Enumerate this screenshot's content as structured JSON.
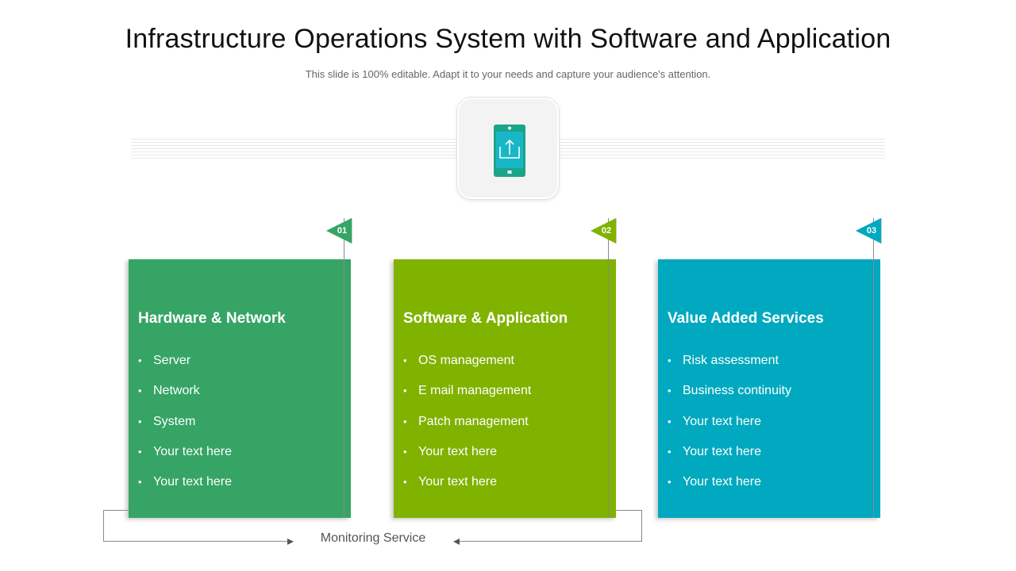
{
  "slide": {
    "title": "Infrastructure Operations System with Software and Application",
    "subtitle": "This slide is 100% editable. Adapt it to your needs and capture your audience's attention."
  },
  "central_icon": {
    "icon": "mobile-upload-icon",
    "color": "#1aa58a"
  },
  "cards": [
    {
      "number": "01",
      "title": "Hardware & Network",
      "color": "#35a465",
      "items": [
        "Server",
        "Network",
        "System",
        "Your text here",
        "Your text here"
      ]
    },
    {
      "number": "02",
      "title": "Software & Application",
      "color": "#80b200",
      "items": [
        "OS management",
        "E mail management",
        "Patch management",
        "Your text here",
        "Your text here"
      ]
    },
    {
      "number": "03",
      "title": "Value Added Services",
      "color": "#00a9bf",
      "items": [
        "Risk assessment",
        "Business continuity",
        "Your text here",
        "Your text here",
        "Your text here"
      ]
    }
  ],
  "footer": {
    "monitoring_label": "Monitoring Service"
  }
}
